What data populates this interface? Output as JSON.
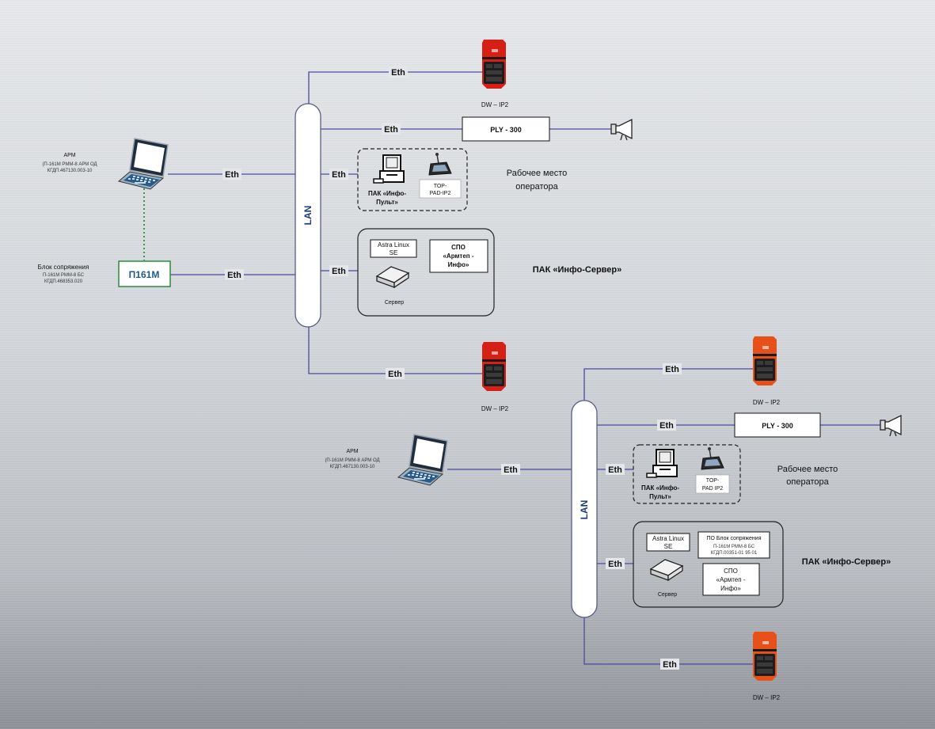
{
  "top": {
    "lan_label": "LAN",
    "eth": "Eth",
    "dw_label": "DW – IP2",
    "ply_label": "PLY - 300",
    "arm_title": "АРМ",
    "arm_sub1": "(П-161М РММ-8 АРМ ОД",
    "arm_sub2": "КГДП.467130.003-10",
    "block_title": "Блок сопряжения",
    "block_sub1": "П-161М РММ-8 БС",
    "block_sub2": "КГДП.468353.020",
    "p161m": "П161М",
    "pak_pult_1": "ПАК «Инфо-",
    "pak_pult_2": "Пульт»",
    "top_pad_1": "TOP-",
    "top_pad_2": "PAD-IP2",
    "workplace_1": "Рабочее место",
    "workplace_2": "оператора",
    "astra_1": "Astra Linux",
    "astra_2": "SE",
    "spo_1": "СПО",
    "spo_2": "«Армтеп -",
    "spo_3": "Инфо»",
    "server": "Сервер",
    "pak_server": "ПАК «Инфо-Сервер»"
  },
  "bottom": {
    "lan_label": "LAN",
    "eth": "Eth",
    "dw_label": "DW – IP2",
    "ply_label": "PLY - 300",
    "arm_title": "АРМ",
    "arm_sub1": "(П-161М РММ-8 АРМ ОД",
    "arm_sub2": "КГДП.467130.003-10",
    "pak_pult_1": "ПАК «Инфо-",
    "pak_pult_2": "Пульт»",
    "top_pad_1": "TOP-",
    "top_pad_2": "PAD IP2",
    "workplace_1": "Рабочее место",
    "workplace_2": "оператора",
    "astra_1": "Astra Linux",
    "astra_2": "SE",
    "po_1": "ПО Блок сопряжения",
    "po_2": "П-161М РММ-8 БС",
    "po_3": "КГДП.00351-01 95 01",
    "spo_1": "СПО",
    "spo_2": "«Армтеп -",
    "spo_3": "Инфо»",
    "server": "Сервер",
    "pak_server": "ПАК «Инфо-Сервер»"
  },
  "colors": {
    "wire": "#4a4aa0",
    "dotted_link": "#2e9d4e",
    "lan_text": "#1f3c7a",
    "dw_top": "#d62015",
    "dw_bottom": "#e8501a",
    "p161m_border": "#2a8a3e",
    "p161m_text": "#1e5a8c"
  }
}
